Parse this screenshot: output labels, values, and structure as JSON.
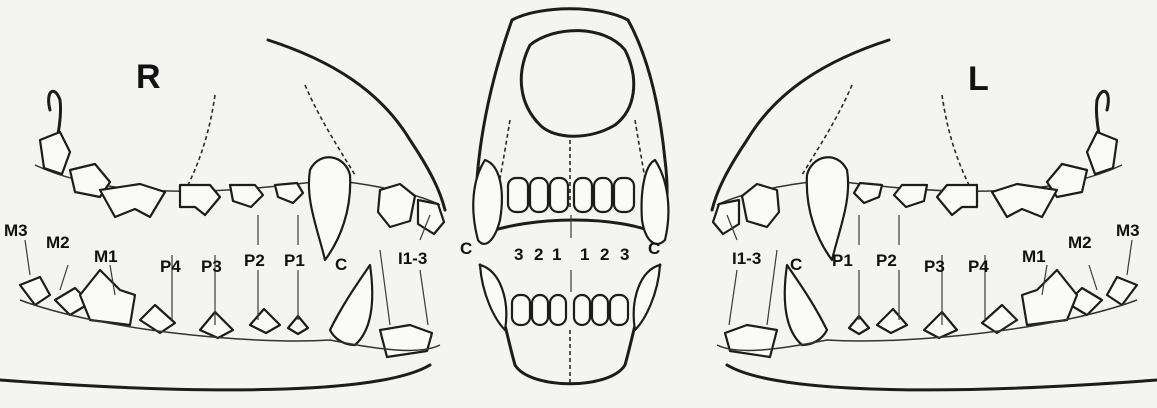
{
  "side_labels": {
    "right": "R",
    "left": "L"
  },
  "right_view_labels": [
    "M3",
    "M2",
    "M1",
    "P4",
    "P3",
    "P2",
    "P1",
    "C",
    "I1-3"
  ],
  "left_view_labels": [
    "I1-3",
    "C",
    "P1",
    "P2",
    "P3",
    "P4",
    "M1",
    "M2",
    "M3"
  ],
  "front_view_labels": {
    "canine_left": "C",
    "canine_right": "C",
    "incisors": [
      "3",
      "2",
      "1",
      "1",
      "2",
      "3"
    ]
  }
}
